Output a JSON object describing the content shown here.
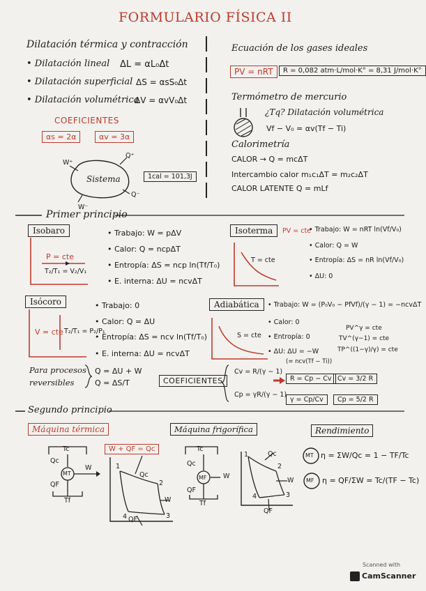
{
  "title": "FORMULARIO FÍSICA II",
  "dil": {
    "heading": "Dilatación térmica y contracción",
    "lineal": "• Dilatación lineal",
    "lineal_f": "ΔL = αL₀Δt",
    "sup": "• Dilatación superficial",
    "sup_f": "ΔS = αsS₀Δt",
    "vol": "• Dilatación volumétrica",
    "vol_f": "ΔV = αvV₀Δt",
    "coef": "COEFICIENTES",
    "c1": "αs = 2α",
    "c2": "αv = 3α",
    "sistema": "Sistema",
    "qplus": "Q⁺",
    "qminus": "Q⁻",
    "wplus": "W⁺",
    "wminus": "W⁻",
    "cal": "1cal = 101,3J"
  },
  "gas": {
    "heading": "Ecuación de los gases ideales",
    "pv": "PV = nRT",
    "r": "R = 0,082 atm·L/mol·K° = 8,31 J/mol·K°",
    "termo": "Termómetro de mercurio",
    "tq": "¿Tq? Dilatación volumétrica",
    "vf": "Vf − V₀ = αv(Tf − Ti)",
    "calor_h": "Calorimetría",
    "calor": "CALOR → Q = mcΔT",
    "inter": "Intercambio calor  m₁c₁ΔT = m₂c₂ΔT",
    "latente": "CALOR LATENTE  Q = mLf"
  },
  "p1": {
    "heading": "Primer principio",
    "isobaro": "Isobaro",
    "p_cte": "P = cte",
    "isob_ratio": "T₂/T₁ = V₂/V₁",
    "isob_trab": "• Trabajo: W = pΔV",
    "isob_cal": "• Calor: Q = ncpΔT",
    "isob_ent": "• Entropía: ΔS = ncp ln(Tf/T₀)",
    "isob_u": "• E. interna: ΔU = ncvΔT",
    "isoterma": "Isoterma",
    "iso_pv": "PV = cte",
    "t_cte": "T = cte",
    "isot_trab": "• Trabajo: W = nRT ln(Vf/V₀)",
    "isot_cal": "• Calor: Q = W",
    "isot_ent": "• Entropía: ΔS = nR ln(Vf/V₀)",
    "isot_u": "• ΔU: 0",
    "isocoro": "Isócoro",
    "v_cte": "V = cte",
    "isoc_ratio": "T₂/T₁ = P₂/P₁",
    "isoc_trab": "• Trabajo: 0",
    "isoc_cal": "• Calor: Q = ΔU",
    "isoc_ent": "• Entropía: ΔS = ncv ln(Tf/T₀)",
    "isoc_u": "• E. interna: ΔU = ncvΔT",
    "adiab": "Adiabática",
    "s_cte": "S = cte",
    "ad_trab": "• Trabajo: W = (P₀V₀ − PfVf)/(γ − 1) = −ncvΔT",
    "ad_cal": "• Calor: 0",
    "ad_ent": "• Entropía: 0",
    "ad_u": "• ΔU: ΔU = −W",
    "ad_u2": "(= ncv(Tf − Ti))",
    "ad_r1": "PV^γ = cte",
    "ad_r2": "TV^(γ−1) = cte",
    "ad_r3": "TP^((1−γ)/γ) = cte",
    "rev1": "Para procesos",
    "rev2": "reversibles",
    "rev_q1": "Q = ΔU + W",
    "rev_q2": "Q = ΔS/T",
    "coef": "COEFICIENTES",
    "cv": "Cv = R/(γ − 1)",
    "cp": "Cp = γR/(γ − 1)",
    "r_eq": "R = Cp − Cv",
    "cv_val": "Cv = 3/2 R",
    "g_eq": "γ = Cp/Cv",
    "cp_val": "Cp = 5/2 R"
  },
  "p2": {
    "heading": "Segundo principio",
    "mt": "Máquina térmica",
    "mt_eq": "W + QF = Qc",
    "mf": "Máquina frigorífica",
    "rend": "Rendimiento",
    "tc": "Tc",
    "tf": "Tf",
    "qc": "Qc",
    "qf": "QF",
    "w": "W",
    "mt_c": "MT",
    "mf_c": "MF",
    "eta1": "η = ΣW/Qc = 1 − TF/Tc",
    "eta2": "η = QF/ΣW = Tc/(TF − Tc)",
    "n1": "1",
    "n2": "2",
    "n3": "3",
    "n4": "4"
  },
  "cam": {
    "line1": "Scanned with",
    "line2": "CamScanner"
  }
}
